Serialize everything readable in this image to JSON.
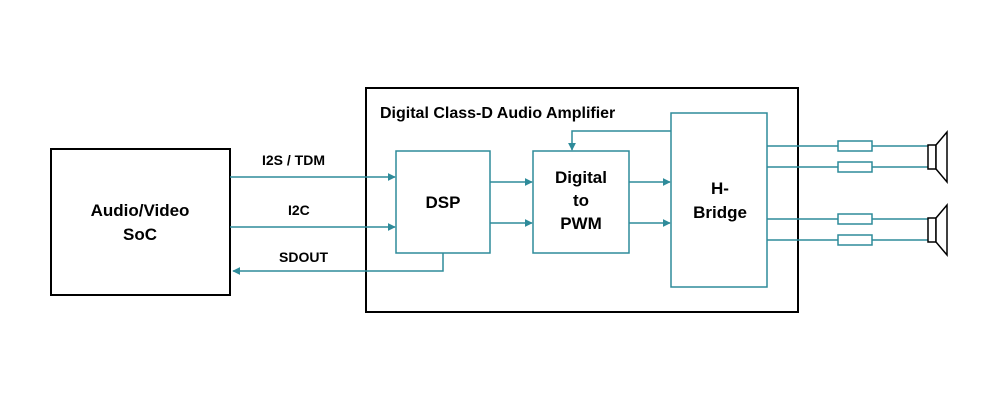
{
  "diagram": {
    "soc": {
      "line1": "Audio/Video",
      "line2": "SoC"
    },
    "amplifier": {
      "title": "Digital Class-D Audio Amplifier"
    },
    "dsp": {
      "label": "DSP"
    },
    "pwm": {
      "line1": "Digital",
      "line2": "to",
      "line3": "PWM"
    },
    "hbridge": {
      "line1": "H-",
      "line2": "Bridge"
    },
    "signals": {
      "i2s": "I2S / TDM",
      "i2c": "I2C",
      "sdout": "SDOUT"
    }
  },
  "colors": {
    "signal_line": "#2e8b9a",
    "block_fill": "#ffffff",
    "outline": "#000000"
  }
}
